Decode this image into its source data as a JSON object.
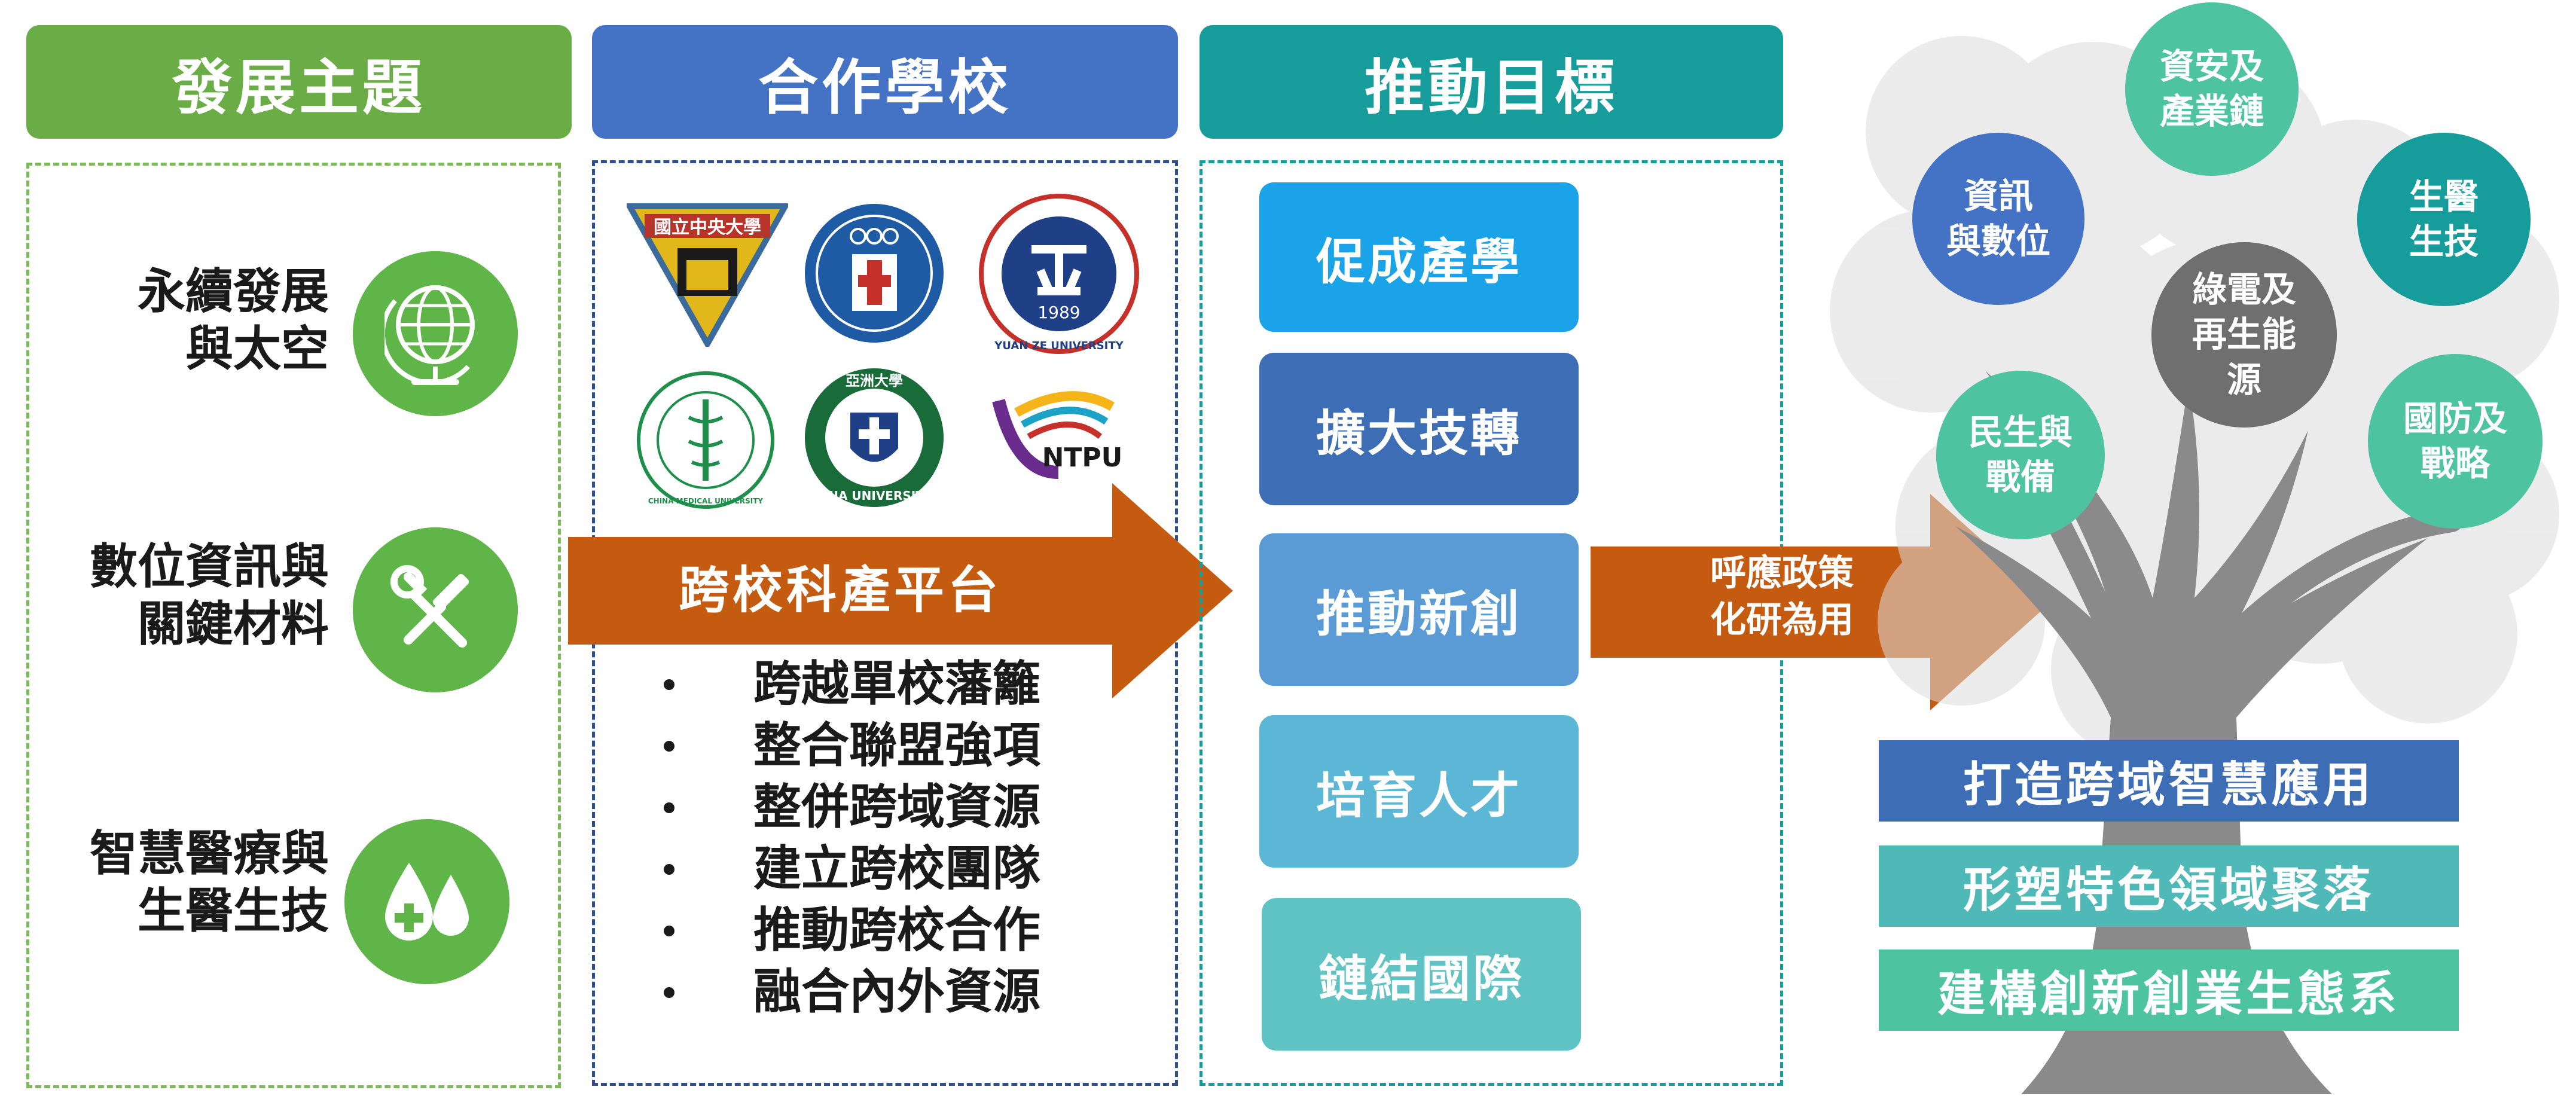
{
  "columns": {
    "topics": {
      "header": "發展主題",
      "color": "#6aac45"
    },
    "schools": {
      "header": "合作學校",
      "color": "#4472c4"
    },
    "goals": {
      "header": "推動目標",
      "color": "#169c9a"
    }
  },
  "topics": [
    {
      "line1": "永續發展",
      "line2": "與太空",
      "icon": "globe-icon"
    },
    {
      "line1": "數位資訊與",
      "line2": "關鍵材料",
      "icon": "tools-icon"
    },
    {
      "line1": "智慧醫療與",
      "line2": "生醫生技",
      "icon": "medical-drops-icon"
    }
  ],
  "schools": {
    "logos": [
      {
        "name": "ncu-logo",
        "text": "國立中央大學"
      },
      {
        "name": "ncut-logo",
        "text": ""
      },
      {
        "name": "yzu-logo",
        "text": "1989",
        "ring_text": "YUAN ZE UNIVERSITY"
      },
      {
        "name": "cmu-logo",
        "text": "CHINA MEDICAL UNIVERSITY"
      },
      {
        "name": "asia-logo",
        "text": "ASIA UNIVERSITY",
        "top_text": "亞洲大學"
      },
      {
        "name": "ntpu-logo",
        "text": "NTPU"
      }
    ],
    "platform": "跨校科產平台",
    "bullets": [
      "跨越單校藩籬",
      "整合聯盟強項",
      "整併跨域資源",
      "建立跨校團隊",
      "推動跨校合作",
      "融合內外資源"
    ]
  },
  "goals": [
    {
      "label": "促成產學",
      "color": "#1aa3e8"
    },
    {
      "label": "擴大技轉",
      "color": "#3d6db5"
    },
    {
      "label": "推動新創",
      "color": "#5a9bd5"
    },
    {
      "label": "培育人才",
      "color": "#5cb6d6"
    },
    {
      "label": "鏈結國際",
      "color": "#5fc3c3"
    }
  ],
  "policy_arrow": {
    "line1": "呼應政策",
    "line2": "化研為用"
  },
  "tree": {
    "circles": [
      {
        "name": "circle-security",
        "line1": "資安及",
        "line2": "產業鏈",
        "color": "#4ec3a0"
      },
      {
        "name": "circle-info",
        "line1": "資訊",
        "line2": "與數位",
        "color": "#4472c4"
      },
      {
        "name": "circle-bio",
        "line1": "生醫",
        "line2": "生技",
        "color": "#169c9a"
      },
      {
        "name": "circle-green",
        "line1": "綠電及",
        "line2": "再生能",
        "line3": "源",
        "color": "#6f6f6f"
      },
      {
        "name": "circle-livelihood",
        "line1": "民生與",
        "line2": "戰備",
        "color": "#4ec3a0"
      },
      {
        "name": "circle-defense",
        "line1": "國防及",
        "line2": "戰略",
        "color": "#4ec3a0"
      }
    ],
    "outputs": [
      {
        "label": "打造跨域智慧應用",
        "color": "#3d6db5"
      },
      {
        "label": "形塑特色領域聚落",
        "color": "#4fb9b8"
      },
      {
        "label": "建構創新創業生態系",
        "color": "#4ec3a0"
      }
    ]
  },
  "colors": {
    "arrow": "#c55a11",
    "icon_green": "#5fb548"
  }
}
